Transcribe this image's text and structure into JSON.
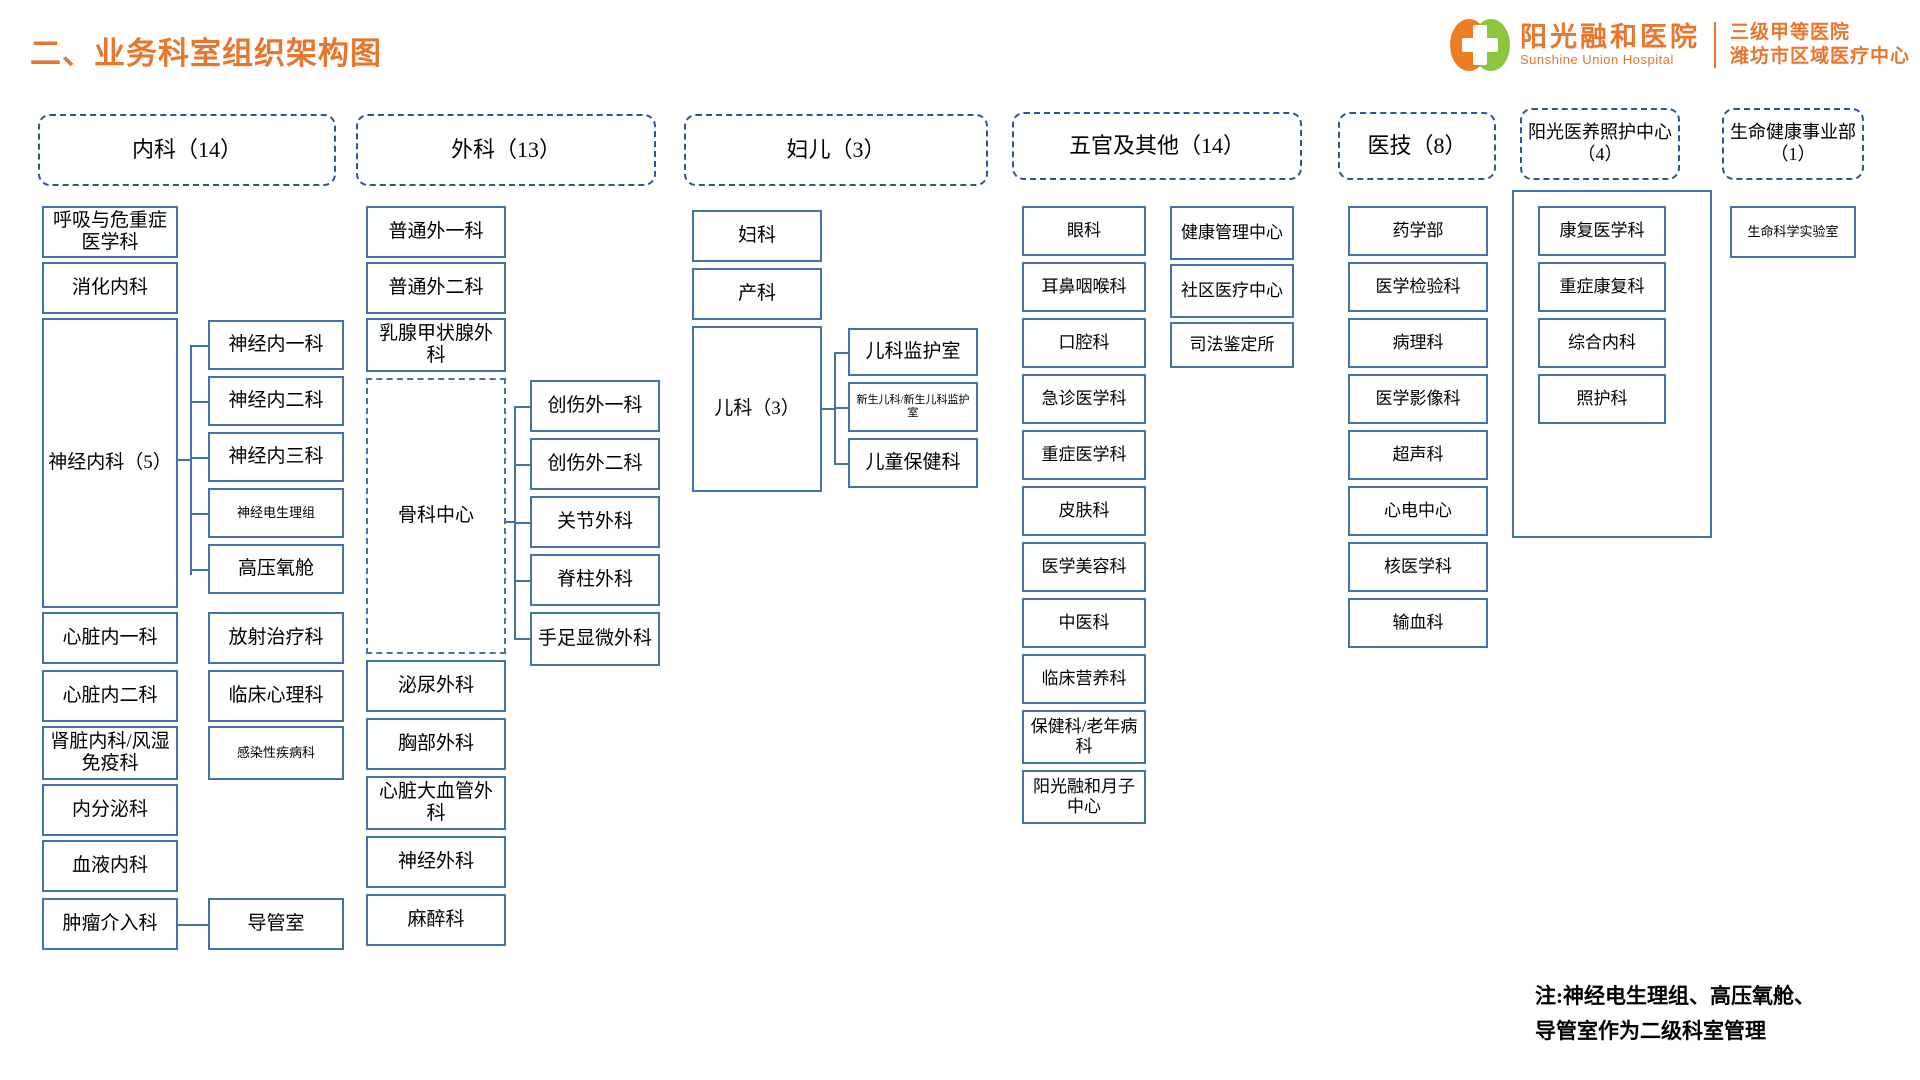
{
  "header": {
    "title": "二、业务科室组织架构图",
    "title_color": "#E8762C",
    "logo": {
      "icon": "hospital-cross-logo",
      "name_cn": "阳光融和医院",
      "name_en": "Sunshine Union Hospital",
      "tag_line1": "三级甲等医院",
      "tag_line2": "潍坊市区域医疗中心"
    }
  },
  "note": {
    "line1": "注:神经电生理组、高压氧舱、",
    "line2": "导管室作为二级科室管理"
  },
  "groups": {
    "neike": {
      "header": "内科（14）",
      "level1": [
        "呼吸与危重症医学科",
        "消化内科",
        "神经内科（5）",
        "心脏内一科",
        "心脏内二科",
        "肾脏内科/风湿免疫科",
        "内分泌科",
        "血液内科",
        "肿瘤介入科"
      ],
      "shenjing_children": [
        "神经内一科",
        "神经内二科",
        "神经内三科",
        "神经电生理组",
        "高压氧舱"
      ],
      "level2_extra": [
        "放射治疗科",
        "临床心理科",
        "感染性疾病科"
      ],
      "zhongliu_child": "导管室"
    },
    "waike": {
      "header": "外科（13）",
      "level1": [
        "普通外一科",
        "普通外二科",
        "乳腺甲状腺外科",
        "骨科中心",
        "泌尿外科",
        "胸部外科",
        "心脏大血管外科",
        "神经外科",
        "麻醉科"
      ],
      "guke_children": [
        "创伤外一科",
        "创伤外二科",
        "关节外科",
        "脊柱外科",
        "手足显微外科"
      ]
    },
    "fuer": {
      "header": "妇儿（3）",
      "level1": [
        "妇科",
        "产科",
        "儿科（3）"
      ],
      "erke_children": [
        "儿科监护室",
        "新生儿科/新生儿科监护室",
        "儿童保健科"
      ]
    },
    "wuguan": {
      "header": "五官及其他（14）",
      "col_a": [
        "眼科",
        "耳鼻咽喉科",
        "口腔科",
        "急诊医学科",
        "重症医学科",
        "皮肤科",
        "医学美容科",
        "中医科",
        "临床营养科",
        "保健科/老年病科",
        "阳光融和月子中心"
      ],
      "col_b": [
        "健康管理中心",
        "社区医疗中心",
        "司法鉴定所"
      ]
    },
    "yiji": {
      "header": "医技（8）",
      "items": [
        "药学部",
        "医学检验科",
        "病理科",
        "医学影像科",
        "超声科",
        "心电中心",
        "核医学科",
        "输血科"
      ]
    },
    "yiyang": {
      "header": "阳光医养照护中心（4）",
      "items": [
        "康复医学科",
        "重症康复科",
        "综合内科",
        "照护科"
      ]
    },
    "shengming": {
      "header": "生命健康事业部（1）",
      "items": [
        "生命科学实验室"
      ]
    }
  }
}
